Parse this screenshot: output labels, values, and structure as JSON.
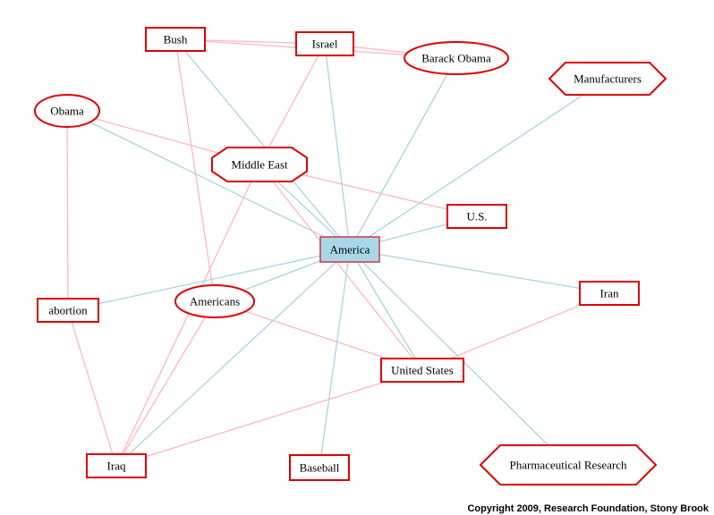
{
  "colors": {
    "edge_pink": "#ffb6c1",
    "edge_blue": "#a8d4e4",
    "node_stroke": "#e00000",
    "center_fill": "#a8d8e8",
    "node_fill": "#ffffff"
  },
  "nodes": [
    {
      "id": "america",
      "label": "America",
      "shape": "rect",
      "highlight": true
    },
    {
      "id": "bush",
      "label": "Bush",
      "shape": "rect"
    },
    {
      "id": "israel",
      "label": "Israel",
      "shape": "rect"
    },
    {
      "id": "barack_obama",
      "label": "Barack Obama",
      "shape": "ellipse"
    },
    {
      "id": "manufacturers",
      "label": "Manufacturers",
      "shape": "hexagon"
    },
    {
      "id": "obama",
      "label": "Obama",
      "shape": "ellipse"
    },
    {
      "id": "middle_east",
      "label": "Middle East",
      "shape": "octagon"
    },
    {
      "id": "us",
      "label": "U.S.",
      "shape": "rect"
    },
    {
      "id": "iran",
      "label": "Iran",
      "shape": "rect"
    },
    {
      "id": "abortion",
      "label": "abortion",
      "shape": "rect"
    },
    {
      "id": "americans",
      "label": "Americans",
      "shape": "ellipse"
    },
    {
      "id": "united_states",
      "label": "United States",
      "shape": "rect"
    },
    {
      "id": "iraq",
      "label": "Iraq",
      "shape": "rect"
    },
    {
      "id": "baseball",
      "label": "Baseball",
      "shape": "rect"
    },
    {
      "id": "pharma",
      "label": "Pharmaceutical Research",
      "shape": "hexagon"
    }
  ],
  "edges": [
    {
      "from": "bush",
      "to": "israel",
      "color": "pink"
    },
    {
      "from": "bush",
      "to": "barack_obama",
      "color": "pink"
    },
    {
      "from": "israel",
      "to": "barack_obama",
      "color": "pink"
    },
    {
      "from": "bush",
      "to": "america",
      "color": "blue"
    },
    {
      "from": "bush",
      "to": "americans",
      "color": "pink"
    },
    {
      "from": "israel",
      "to": "america",
      "color": "blue"
    },
    {
      "from": "israel",
      "to": "middle_east",
      "color": "pink"
    },
    {
      "from": "barack_obama",
      "to": "america",
      "color": "blue"
    },
    {
      "from": "manufacturers",
      "to": "america",
      "color": "blue"
    },
    {
      "from": "obama",
      "to": "america",
      "color": "blue"
    },
    {
      "from": "obama",
      "to": "middle_east",
      "color": "pink"
    },
    {
      "from": "obama",
      "to": "abortion",
      "color": "pink"
    },
    {
      "from": "middle_east",
      "to": "america",
      "color": "blue"
    },
    {
      "from": "middle_east",
      "to": "us",
      "color": "pink"
    },
    {
      "from": "middle_east",
      "to": "united_states",
      "color": "pink"
    },
    {
      "from": "middle_east",
      "to": "iraq",
      "color": "pink"
    },
    {
      "from": "us",
      "to": "america",
      "color": "blue"
    },
    {
      "from": "iran",
      "to": "america",
      "color": "blue"
    },
    {
      "from": "iran",
      "to": "united_states",
      "color": "pink"
    },
    {
      "from": "abortion",
      "to": "america",
      "color": "blue"
    },
    {
      "from": "abortion",
      "to": "iraq",
      "color": "pink"
    },
    {
      "from": "americans",
      "to": "america",
      "color": "blue"
    },
    {
      "from": "americans",
      "to": "united_states",
      "color": "pink"
    },
    {
      "from": "americans",
      "to": "iraq",
      "color": "pink"
    },
    {
      "from": "united_states",
      "to": "america",
      "color": "blue"
    },
    {
      "from": "united_states",
      "to": "iraq",
      "color": "pink"
    },
    {
      "from": "iraq",
      "to": "america",
      "color": "blue"
    },
    {
      "from": "baseball",
      "to": "america",
      "color": "blue"
    },
    {
      "from": "pharma",
      "to": "america",
      "color": "blue"
    }
  ],
  "copyright": "Copyright 2009, Research Foundation, Stony Brook"
}
